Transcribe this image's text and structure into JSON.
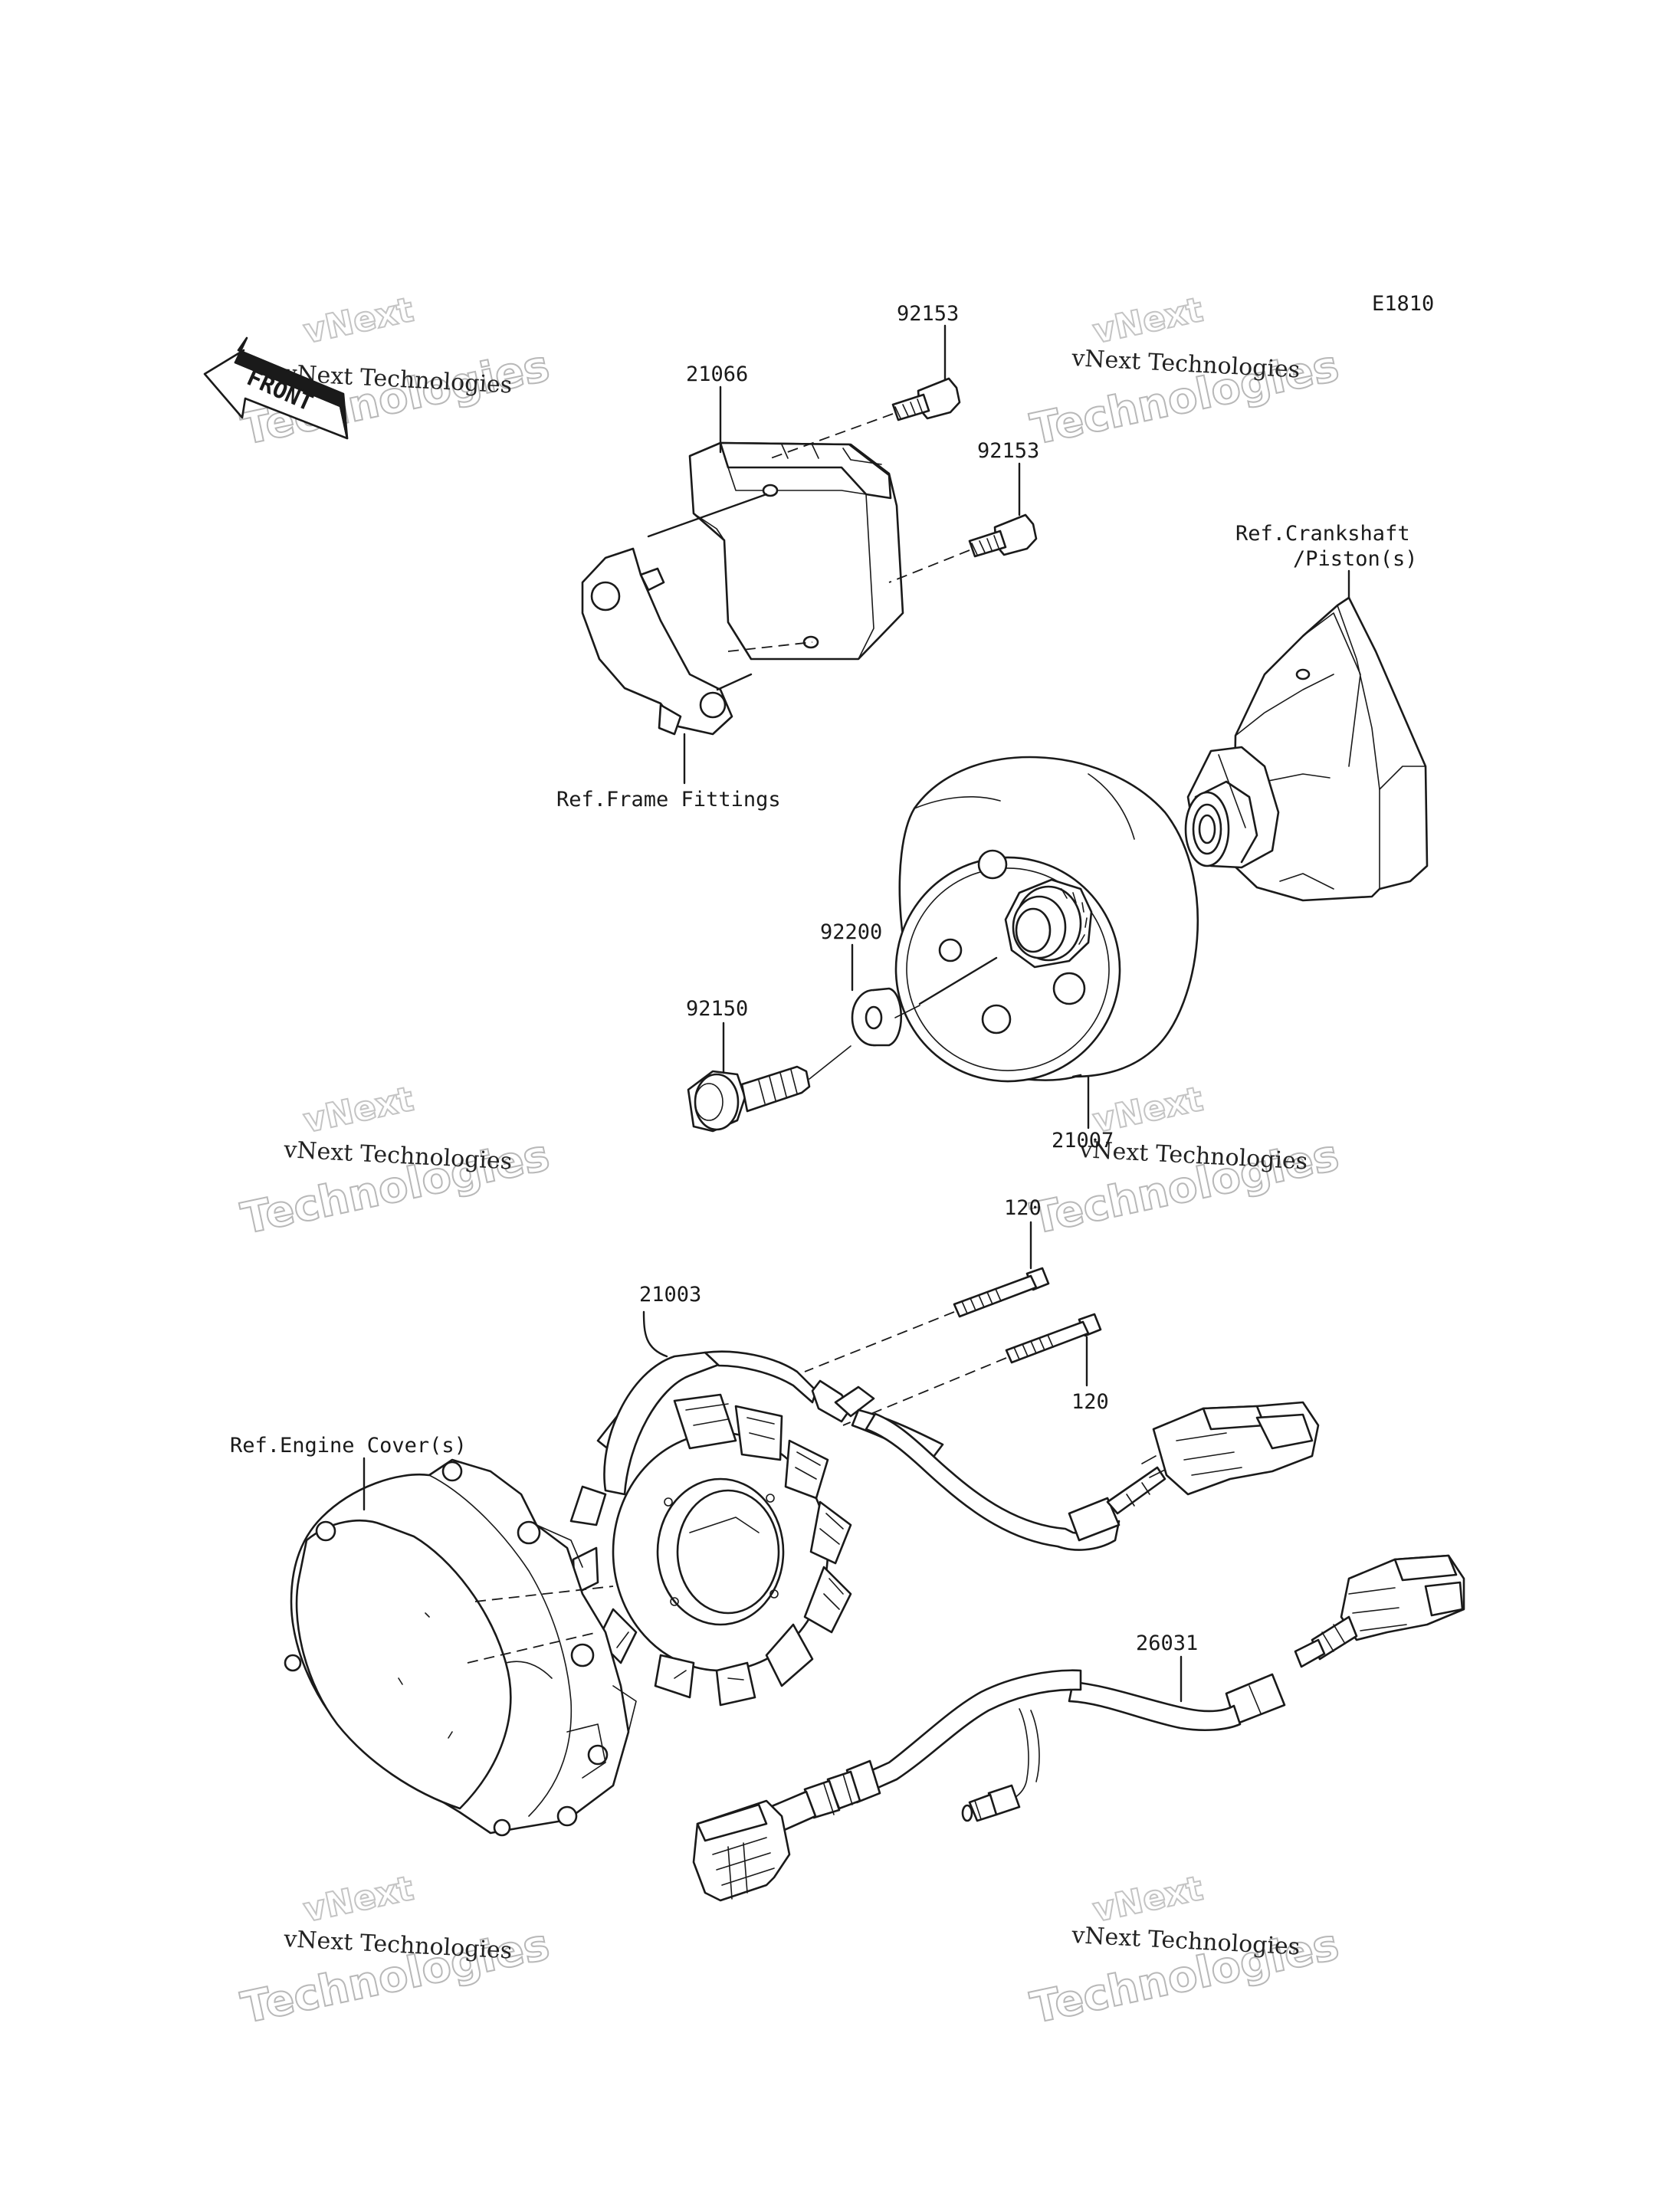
{
  "diagram": {
    "figure_code": "E1810",
    "front_label": "FRONT",
    "parts": {
      "bolt_top": "92153",
      "bolt_mid": "92153",
      "regulator": "21066",
      "washer": "92200",
      "flywheel_bolt": "92150",
      "rotor": "21007",
      "screw_a": "120",
      "screw_b": "120",
      "stator": "21003",
      "harness": "26031"
    },
    "refs": {
      "crankshaft": "Ref.Crankshaft",
      "piston": "/Piston(s)",
      "frame": "Ref.Frame Fittings",
      "engine_cover": "Ref.Engine Cover(s)"
    },
    "watermark": {
      "line1": "vNext Technologies",
      "big": "Technologies",
      "small": "vNext"
    }
  }
}
